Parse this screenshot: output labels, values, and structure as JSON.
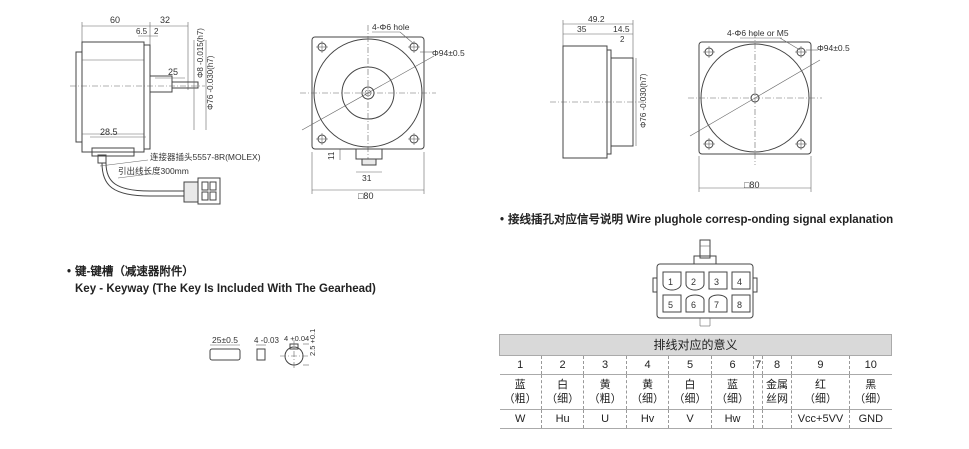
{
  "left_drawing": {
    "dim_top_1": "60",
    "dim_top_2": "32",
    "dim_small_1": "6.5",
    "dim_small_2": "2",
    "dim_shaft_len": "25",
    "dim_shaft_h7": "Φ8 -0.015(h7)",
    "dim_flange_h7": "Φ76 -0.030(h7)",
    "dim_bottom": "28.5",
    "connector_label": "连接器插头5557-8R(MOLEX)",
    "lead_label": "引出线长度300mm"
  },
  "front_view_left": {
    "hole_label": "4-Φ6 hole",
    "diameter_label": "Φ94±0.5",
    "dim_11": "11",
    "dim_31": "31",
    "size_label": "□80"
  },
  "side_view_right": {
    "dim_49_2": "49.2",
    "dim_35": "35",
    "dim_14_5": "14.5",
    "dim_2": "2",
    "flange_label": "Φ76 -0.030(h7)"
  },
  "front_view_right": {
    "hole_label": "4-Φ6 hole or M5",
    "diameter_label": "Φ94±0.5",
    "size_label": "□80"
  },
  "key_section": {
    "bullet": "•",
    "title_cn": "键-键槽（减速器附件）",
    "title_en": "Key - Keyway (The Key Is Included With The Gearhead)",
    "dim_key_len": "25±0.5",
    "dim_key_w": "4 -0.03",
    "dim_keyway_w": "4 +0.04",
    "dim_keyway_d": "2.5 +0.1"
  },
  "wire_section": {
    "bullet": "•",
    "title": "接线插孔对应信号说明 Wire plughole corresp-onding signal explanation",
    "pins": [
      "1",
      "2",
      "3",
      "4",
      "5",
      "6",
      "7",
      "8"
    ]
  },
  "signal_table": {
    "title": "排线对应的意义",
    "numbers": [
      "1",
      "2",
      "3",
      "4",
      "5",
      "6",
      "7",
      "8",
      "9",
      "10"
    ],
    "colors": [
      [
        "蓝",
        "（粗）"
      ],
      [
        "白",
        "（细）"
      ],
      [
        "黄",
        "（粗）"
      ],
      [
        "黄",
        "（细）"
      ],
      [
        "白",
        "（细）"
      ],
      [
        "蓝",
        "（细）"
      ],
      [
        "",
        ""
      ],
      [
        "金属",
        "丝网"
      ],
      [
        "红",
        "（细）"
      ],
      [
        "黑",
        "（细）"
      ]
    ],
    "signals": [
      "W",
      "Hu",
      "U",
      "Hv",
      "V",
      "Hw",
      "",
      "",
      "Vcc+5VV",
      "GND"
    ]
  }
}
